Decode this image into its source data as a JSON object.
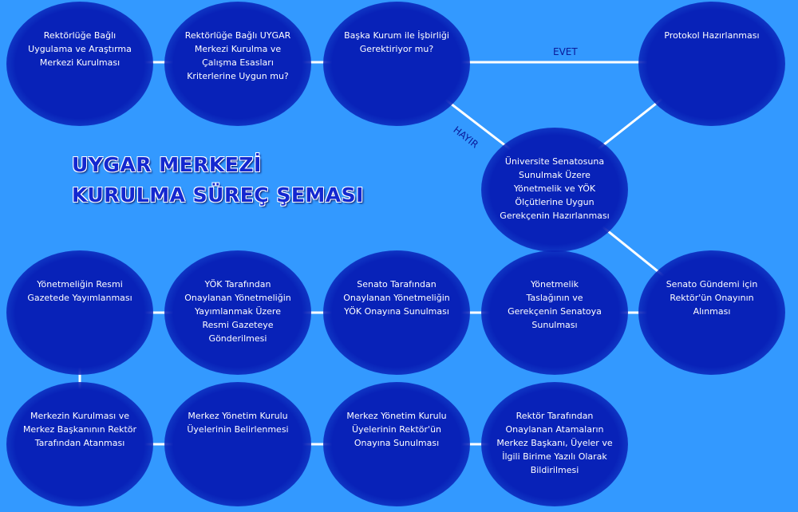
{
  "title": {
    "line1": "UYGAR MERKEZİ",
    "line2": "KURULMA SÜREÇ ŞEMASI"
  },
  "edge_labels": {
    "yes": "EVET",
    "no": "HAYIR"
  },
  "nodes": [
    "Rektörlüğe Bağlı\nUygulama ve Araştırma\nMerkezi Kurulması",
    "Rektörlüğe Bağlı UYGAR\nMerkezi Kurulma ve\nÇalışma Esasları\nKriterlerine Uygun mu?",
    "Başka Kurum ile İşbirliği\nGerektiriyor mu?",
    "Protokol Hazırlanması",
    "Üniversite Senatosuna\nSunulmak Üzere\nYönetmelik ve YÖK\nÖlçütlerine Uygun\nGerekçenin Hazırlanması",
    "Senato Gündemi için\nRektör'ün Onayının\nAlınması",
    "Yönetmelik\nTaslağının      ve\nGerekçenin Senatoya\nSunulması",
    "Senato Tarafından\nOnaylanan Yönetmeliğin\nYÖK Onayına Sunulması",
    "YÖK Tarafından\nOnaylanan Yönetmeliğin\nYayımlanmak Üzere\nResmi Gazeteye\nGönderilmesi",
    "Yönetmeliğin Resmi\nGazetede Yayımlanması",
    "Merkezin Kurulması ve\nMerkez Başkanının Rektör\nTarafından Atanması",
    "Merkez Yönetim Kurulu\nÜyelerinin Belirlenmesi",
    "Merkez Yönetim Kurulu\nÜyelerinin Rektör'ün\nOnayına Sunulması",
    "Rektör Tarafından\nOnaylanan Atamaların\nMerkez Başkanı, Üyeler ve\nİlgili Birime Yazılı Olarak\nBildirilmesi"
  ]
}
